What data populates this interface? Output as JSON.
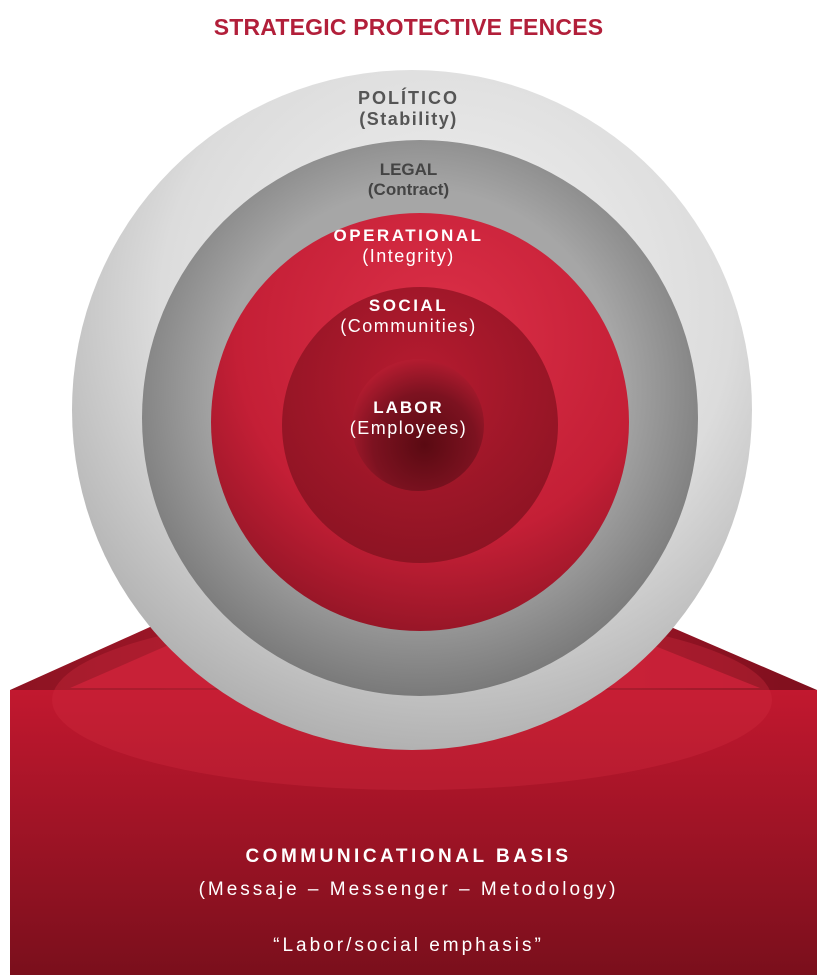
{
  "title": "STRATEGIC PROTECTIVE FENCES",
  "rings": [
    {
      "name": "POLÍTICO",
      "sub": "(Stability)"
    },
    {
      "name": "LEGAL",
      "sub": "(Contract)"
    },
    {
      "name": "OPERATIONAL",
      "sub": "(Integrity)"
    },
    {
      "name": "SOCIAL",
      "sub": "(Communities)"
    },
    {
      "name": "LABOR",
      "sub": "(Employees)"
    }
  ],
  "base": {
    "title": "COMMUNICATIONAL BASIS",
    "subtitle": "(Messaje – Messenger – Metodology)",
    "quote": "“Labor/social emphasis”"
  },
  "colors": {
    "title": "#b21f3a",
    "outer_ring": "#d8d8d8",
    "legal_ring": "#9a9a9a",
    "red_ring": "#d42a45",
    "base_red": "#b4182d"
  }
}
